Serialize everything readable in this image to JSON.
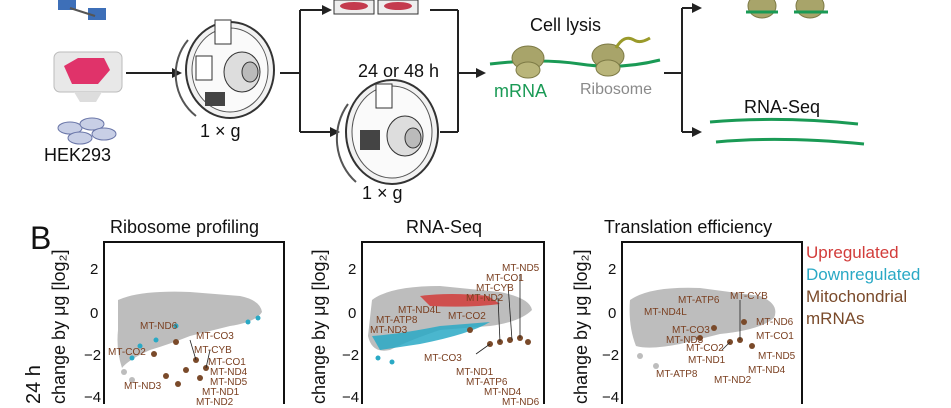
{
  "workflow": {
    "cell_line": "HEK293",
    "gravity_label_1": "1 × g",
    "gravity_label_2": "1 × g",
    "duration": "24 or 48 h",
    "lysis": "Cell lysis",
    "mrna": "mRNA",
    "ribosome": "Ribosome",
    "rnaseq": "RNA-Seq"
  },
  "panel_b": {
    "letter": "B",
    "row_label": "24 h",
    "y_axis_label": "change by μg [log₂]",
    "y_ticks": [
      "2",
      "0",
      "−2",
      "−4"
    ],
    "plots": [
      {
        "title": "Ribosome profiling",
        "labels": [
          "MT-ND6",
          "MT-CO3",
          "MT-CO2",
          "MT-CYB",
          "MT-CO1",
          "MT-ND4",
          "MT-ND3",
          "MT-ND5",
          "MT-ND1",
          "MT-ND2"
        ]
      },
      {
        "title": "RNA-Seq",
        "labels": [
          "MT-ND5",
          "MT-CO1",
          "MT-CYB",
          "MT-ND2",
          "MT-ND4L",
          "MT-ATP8",
          "MT-CO2",
          "MT-ND3",
          "MT-CO3",
          "MT-ND1",
          "MT-ATP6",
          "MT-ND4",
          "MT-ND6"
        ]
      },
      {
        "title": "Translation efficiency",
        "labels": [
          "MT-ATP6",
          "MT-CYB",
          "MT-ND4L",
          "MT-ND6",
          "MT-CO3",
          "MT-CO1",
          "MT-ND3",
          "MT-CO2",
          "MT-ND5",
          "MT-ND1",
          "MT-ND4",
          "MT-ATP8",
          "MT-ND2"
        ]
      }
    ],
    "legend": {
      "upregulated": "Upregulated",
      "downregulated": "Downregulated",
      "mito_line1": "Mitochondrial",
      "mito_line2": "mRNAs"
    }
  },
  "colors": {
    "up": "#d23c3a",
    "down": "#2aa9c5",
    "mito": "#7a4a2a",
    "bulk": "#bdbdbd",
    "mrna": "#1a9a55"
  }
}
